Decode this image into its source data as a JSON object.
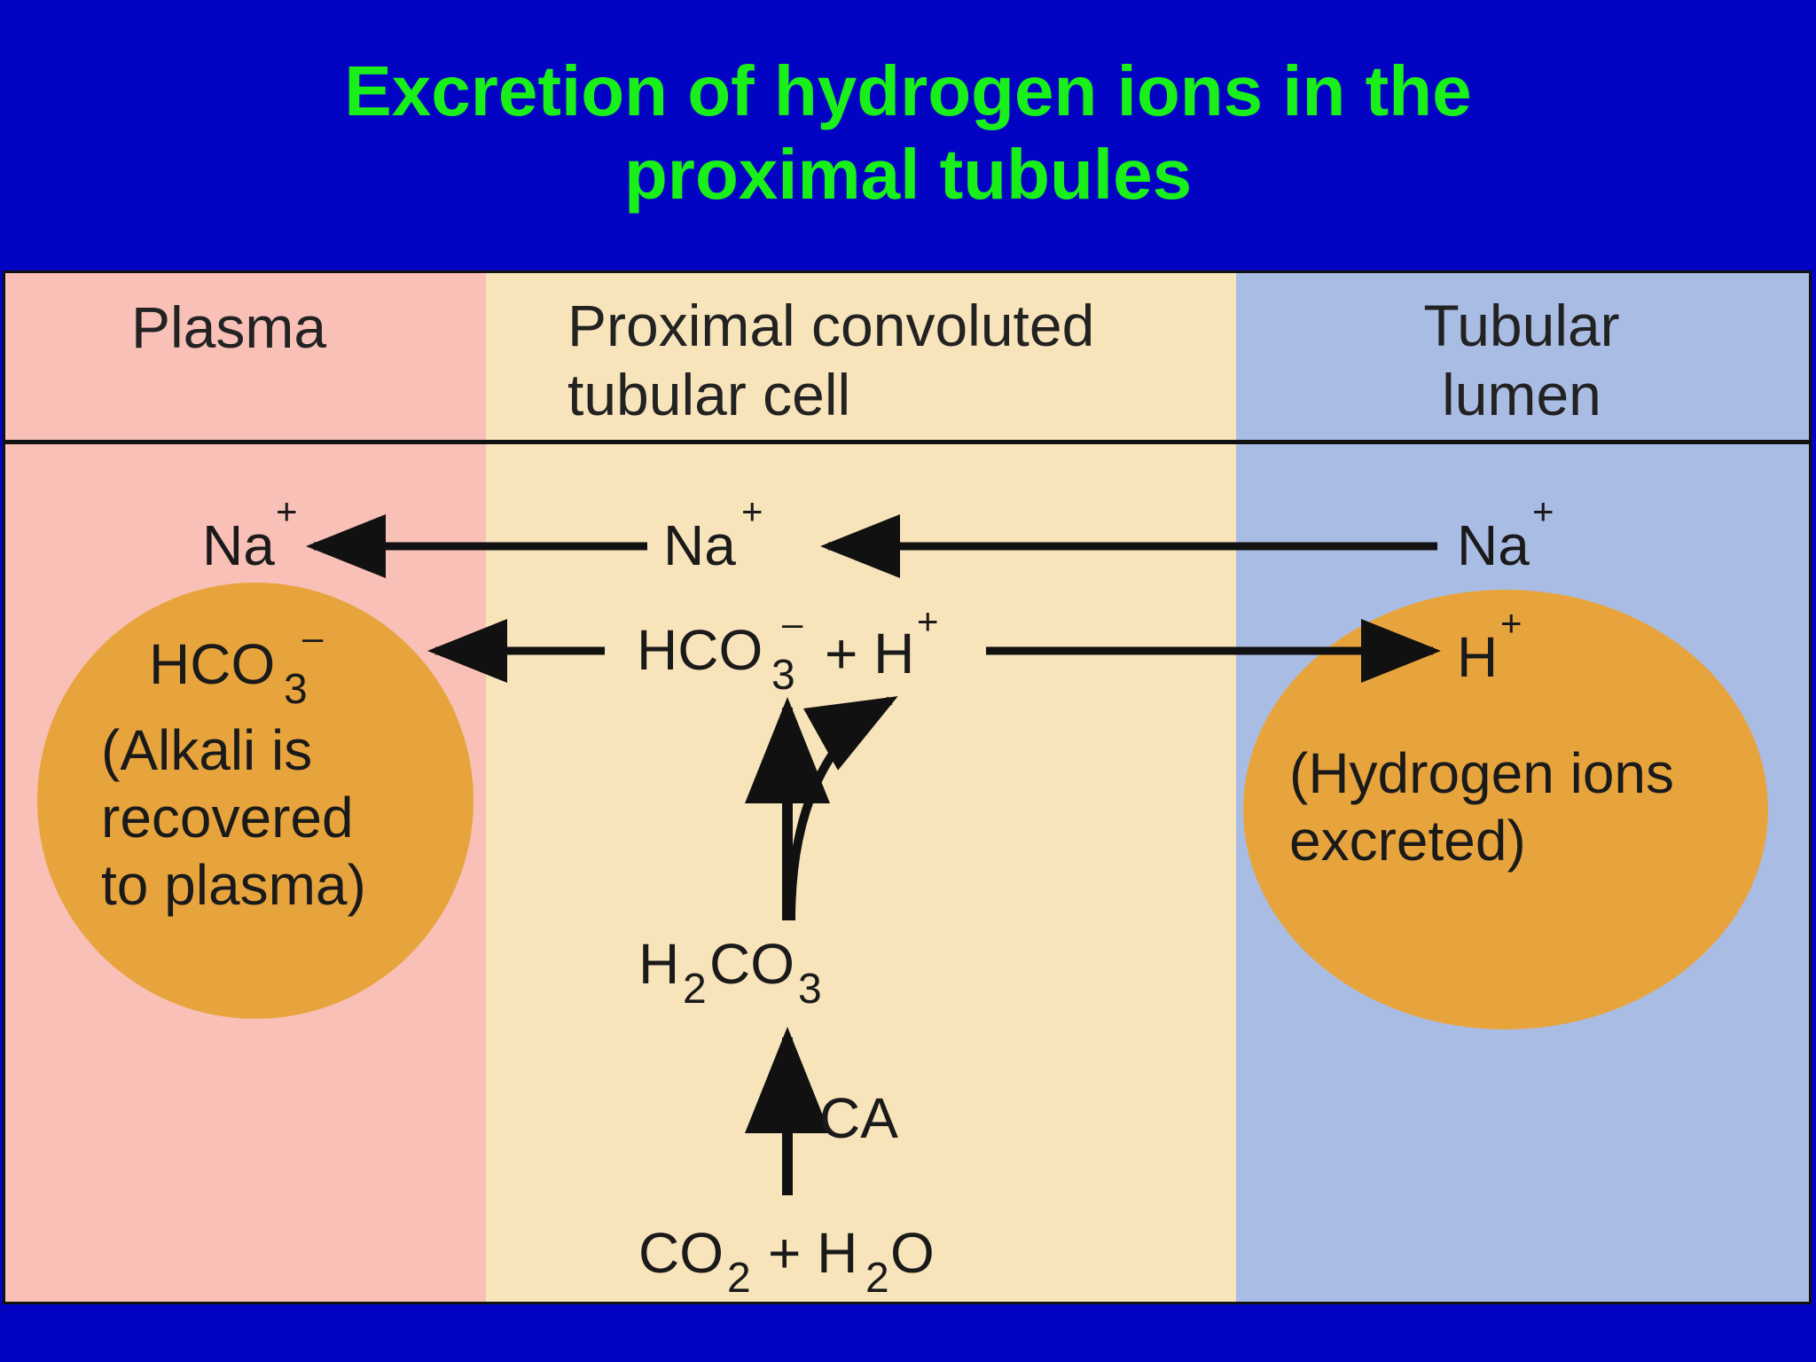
{
  "title": {
    "line1": "Excretion of hydrogen ions in the",
    "line2": "proximal tubules"
  },
  "headers": {
    "plasma": "Plasma",
    "cell_line1": "Proximal convoluted",
    "cell_line2": "tubular cell",
    "lumen_line1": "Tubular",
    "lumen_line2": "lumen"
  },
  "labels": {
    "na_plasma": "Na",
    "na_cell": "Na",
    "na_lumen": "Na",
    "plus": "+",
    "minus": "–",
    "hco_plasma": "HCO",
    "hco_cell": "HCO",
    "three": "3",
    "two": "2",
    "plus_h": "+ H",
    "h_lumen": "H",
    "h2co3_h": "H",
    "h2co3_co": "CO",
    "ca": "CA",
    "co2": "CO",
    "plus_h2o_h": "+ H",
    "o": "O"
  },
  "plasma_note": {
    "line1": "(Alkali is",
    "line2": "recovered",
    "line3": "to plasma)"
  },
  "lumen_note": {
    "line1": "(Hydrogen ions",
    "line2": "excreted)"
  },
  "colors": {
    "background": "#0303c4",
    "title": "#19f019",
    "plasma": "#f8c0b6",
    "cell": "#f8e4ba",
    "lumen": "#a9bce4",
    "circle": "#e8a43c",
    "arrow": "#111111"
  }
}
